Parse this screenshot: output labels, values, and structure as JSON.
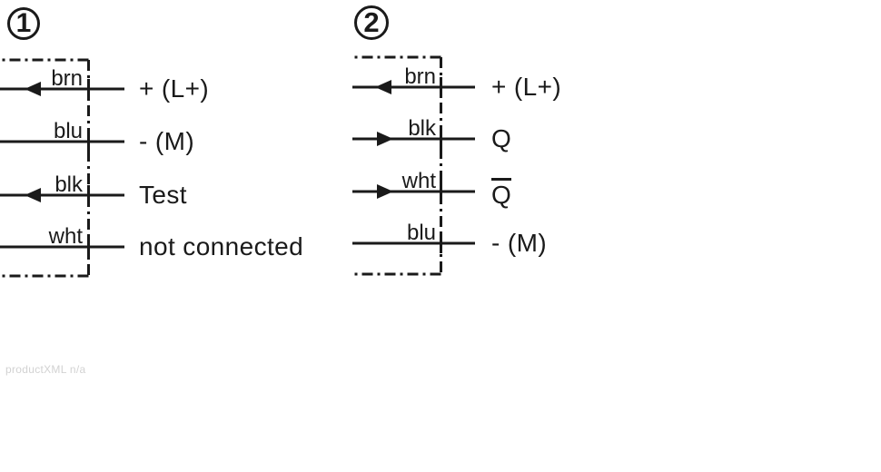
{
  "page": {
    "type": "sensor-wiring-connection-diagram",
    "background_color": "#ffffff",
    "line_color": "#1a1a1a",
    "footnote": "productXML n/a",
    "footnote_color": "#d2d2d2"
  },
  "diagrams": [
    {
      "number": "1",
      "wires": [
        {
          "color_label": "brn",
          "signal_label": "+ (L+)",
          "arrow": "left",
          "overline": false
        },
        {
          "color_label": "blu",
          "signal_label": "- (M)",
          "arrow": "none",
          "overline": false
        },
        {
          "color_label": "blk",
          "signal_label": "Test",
          "arrow": "left",
          "overline": false
        },
        {
          "color_label": "wht",
          "signal_label": "not connected",
          "arrow": "none",
          "overline": false
        }
      ]
    },
    {
      "number": "2",
      "wires": [
        {
          "color_label": "brn",
          "signal_label": "+ (L+)",
          "arrow": "left",
          "overline": false
        },
        {
          "color_label": "blk",
          "signal_label": "Q",
          "arrow": "right",
          "overline": false
        },
        {
          "color_label": "wht",
          "signal_label": "Q",
          "arrow": "right",
          "overline": true
        },
        {
          "color_label": "blu",
          "signal_label": "- (M)",
          "arrow": "none",
          "overline": false
        }
      ]
    }
  ]
}
